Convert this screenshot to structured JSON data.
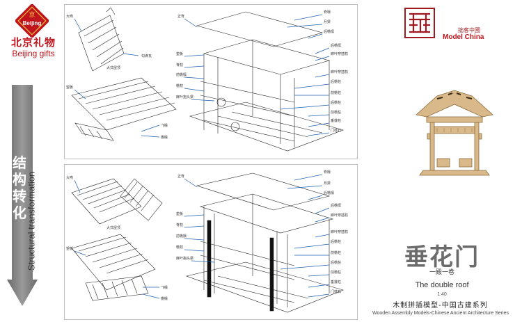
{
  "brand": {
    "name_cn": "北京礼物",
    "name_en": "Beijing gifts",
    "badge": "Beijing"
  },
  "sidebar": {
    "title_cn": [
      "结",
      "构",
      "转",
      "化"
    ],
    "title_en": "Structural transformation"
  },
  "partner": {
    "name_cn": "拙客中國",
    "name_en_1": "Model ",
    "name_en_2": "China"
  },
  "product": {
    "title_cn": "垂花门",
    "subtitle_cn": "一殿一卷",
    "subtitle_en": "The double roof",
    "scale": "1:40",
    "series_cn": "木制拼插模型-中国古建系列",
    "series_en": "Wooden Assembly Models-Chinese Ancient Architecture Series"
  },
  "diagram_top": {
    "left_labels": [
      "大吻",
      "勾滴瓦",
      "大式屋顶",
      "望板",
      "飞椽",
      "檐椽"
    ],
    "mid_labels": [
      "正脊",
      "垫板",
      "脊枋",
      "前檐檩",
      "檐枋",
      "麻叶抱头梁"
    ],
    "right_labels": [
      "脊檩",
      "月梁",
      "后檐檩",
      "后檐檩",
      "麻叶穿插枋",
      "麻叶穿插枋",
      "后檐柱",
      "前檐柱",
      "后檐柱",
      "前檐柱",
      "垂莲柱",
      "门枕石"
    ]
  },
  "diagram_bottom": {
    "left_labels": [
      "大吻",
      "大式屋顶",
      "望板",
      "飞椽",
      "檐椽"
    ],
    "mid_labels": [
      "正脊",
      "垫板",
      "脊枋",
      "前檐檩",
      "檐枋",
      "麻叶抱头梁"
    ],
    "right_labels": [
      "脊檩",
      "月梁",
      "后檐檩",
      "后檐檩",
      "麻叶穿插枋",
      "麻叶穿插枋",
      "后檐柱",
      "前檐柱",
      "后檐柱",
      "前檐柱",
      "垂莲柱",
      "门枕石"
    ]
  }
}
